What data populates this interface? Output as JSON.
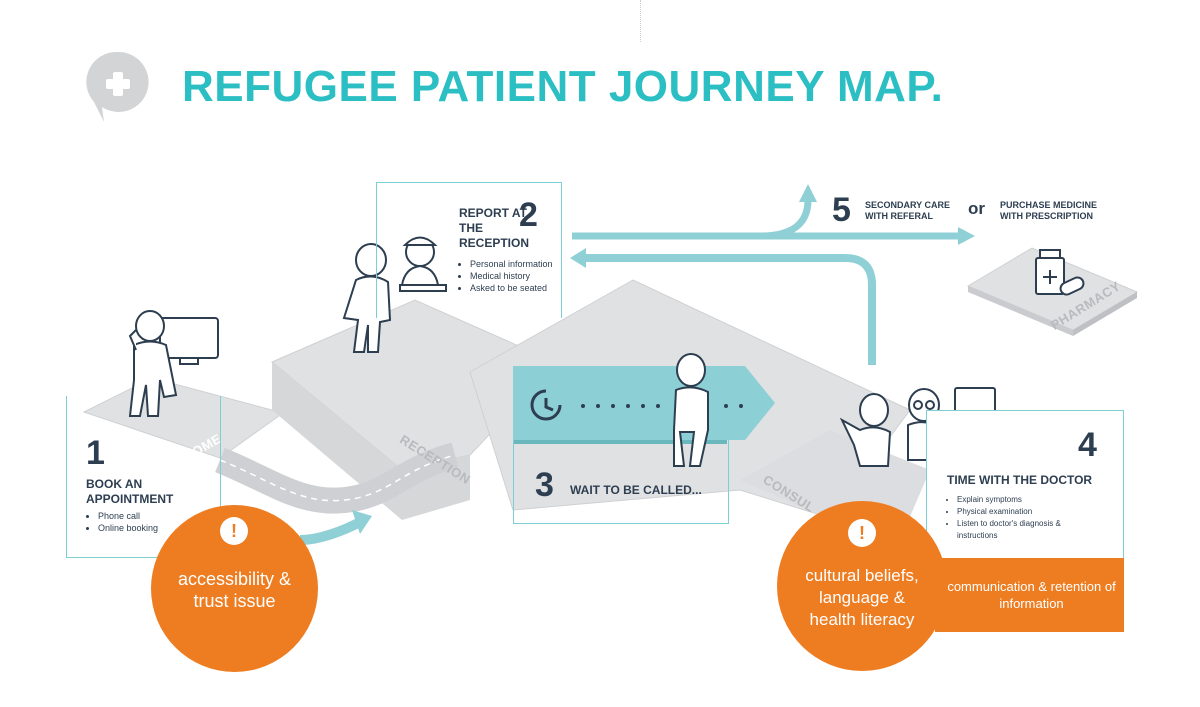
{
  "title": "REFUGEE PATIENT JOURNEY MAP.",
  "colors": {
    "accent": "#2bbfc4",
    "orange": "#ee7d21",
    "dark": "#2d3e50",
    "floor": "#dedfe1",
    "arrow": "#7fcbd1"
  },
  "icons": {
    "logo": "speech-bubble-plus-icon",
    "clock": "clock-icon",
    "warning": "exclamation-icon"
  },
  "zones": {
    "home": "HOME",
    "reception": "RECEPTION",
    "consultation": "CONSUL",
    "pharmacy": "PHARMACY"
  },
  "steps": [
    {
      "number": "1",
      "title": "BOOK AN APPOINTMENT",
      "items": [
        "Phone call",
        "Online booking"
      ]
    },
    {
      "number": "2",
      "title": "REPORT AT THE RECEPTION",
      "items": [
        "Personal information",
        "Medical history",
        "Asked to be seated"
      ]
    },
    {
      "number": "3",
      "title": "WAIT TO BE CALLED..."
    },
    {
      "number": "4",
      "title": "TIME WITH THE DOCTOR",
      "items": [
        "Explain symptoms",
        "Physical examination",
        "Listen to doctor's diagnosis & instructions"
      ]
    },
    {
      "number": "5",
      "option_a": "SECONDARY CARE WITH REFERAL",
      "or": "or",
      "option_b": "PURCHASE MEDICINE WITH PRESCRIPTION"
    }
  ],
  "issues": {
    "issue1": {
      "icon": "!",
      "text": "accessibility & trust issue"
    },
    "issue2": {
      "icon": "!",
      "text": "cultural beliefs, language & health literacy"
    },
    "issue3": {
      "text": "communication & retention of information"
    }
  }
}
